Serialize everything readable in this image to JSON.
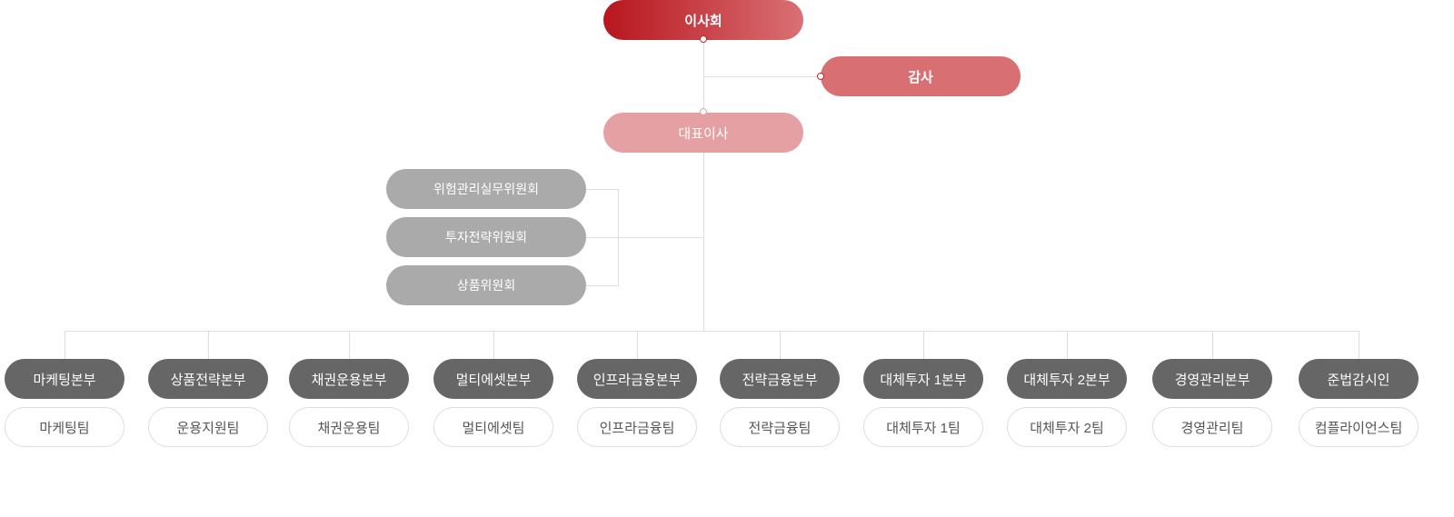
{
  "top": {
    "board": "이사회",
    "audit": "감사",
    "ceo": "대표이사"
  },
  "committees": [
    "위험관리실무위원회",
    "투자전략위원회",
    "상품위원회"
  ],
  "divisions": [
    {
      "name": "마케팅본부",
      "team": "마케팅팀"
    },
    {
      "name": "상품전략본부",
      "team": "운용지원팀"
    },
    {
      "name": "채권운용본부",
      "team": "채권운용팀"
    },
    {
      "name": "멀티에셋본부",
      "team": "멀티에셋팀"
    },
    {
      "name": "인프라금융본부",
      "team": "인프라금융팀"
    },
    {
      "name": "전략금융본부",
      "team": "전략금융팀"
    },
    {
      "name": "대체투자 1본부",
      "team": "대체투자 1팀"
    },
    {
      "name": "대체투자 2본부",
      "team": "대체투자 2팀"
    },
    {
      "name": "경영관리본부",
      "team": "경영관리팀"
    },
    {
      "name": "준법감시인",
      "team": "컴플라이언스팀"
    }
  ],
  "colors": {
    "board_start": "#b8161e",
    "board_end": "#d97074",
    "audit": "#d87073",
    "ceo": "#e4a0a2",
    "committee": "#aaaaaa",
    "division": "#666666"
  }
}
